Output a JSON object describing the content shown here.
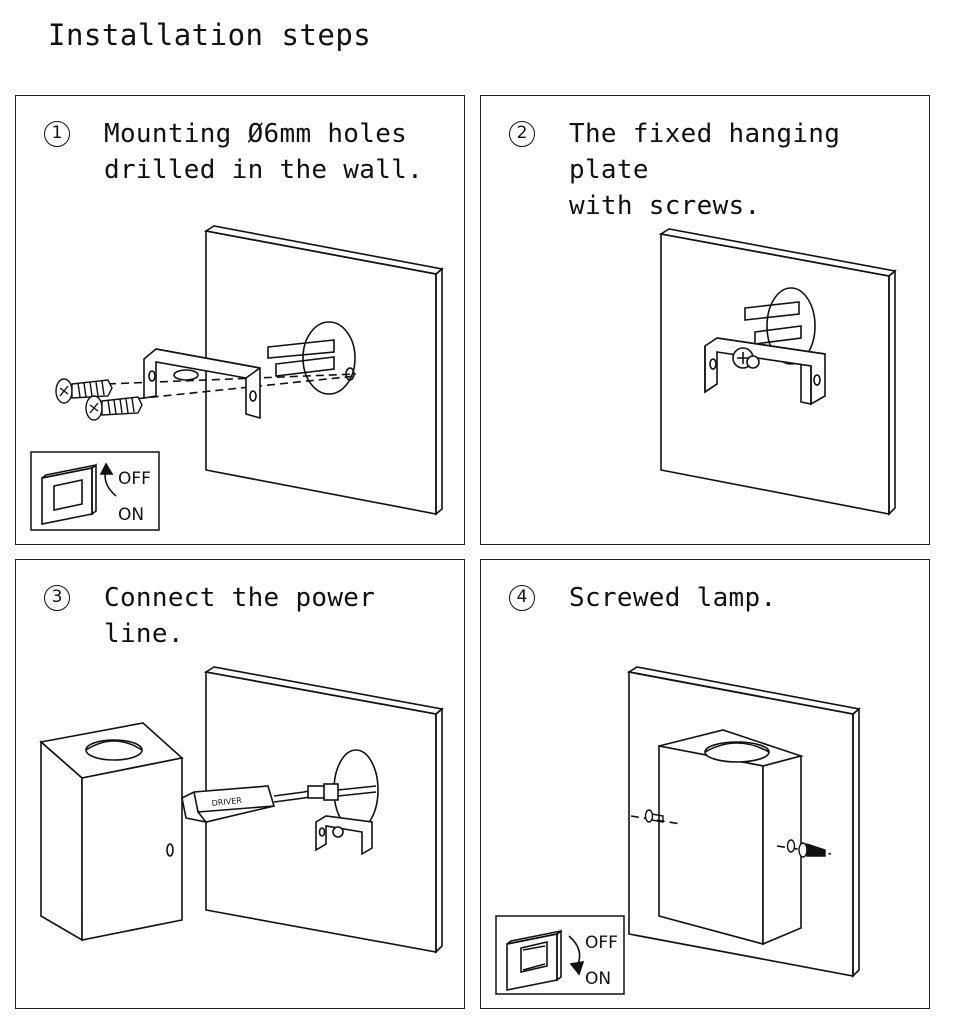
{
  "title": "Installation steps",
  "steps": [
    {
      "number": "1",
      "text": "Mounting Ø6mm holes\ndrilled in the wall."
    },
    {
      "number": "2",
      "text": "The fixed hanging plate\nwith screws."
    },
    {
      "number": "3",
      "text": "Connect the power line."
    },
    {
      "number": "4",
      "text": "Screwed lamp."
    }
  ],
  "switch": {
    "off_label": "OFF",
    "on_label": "ON"
  },
  "driver_label": "DRIVER"
}
